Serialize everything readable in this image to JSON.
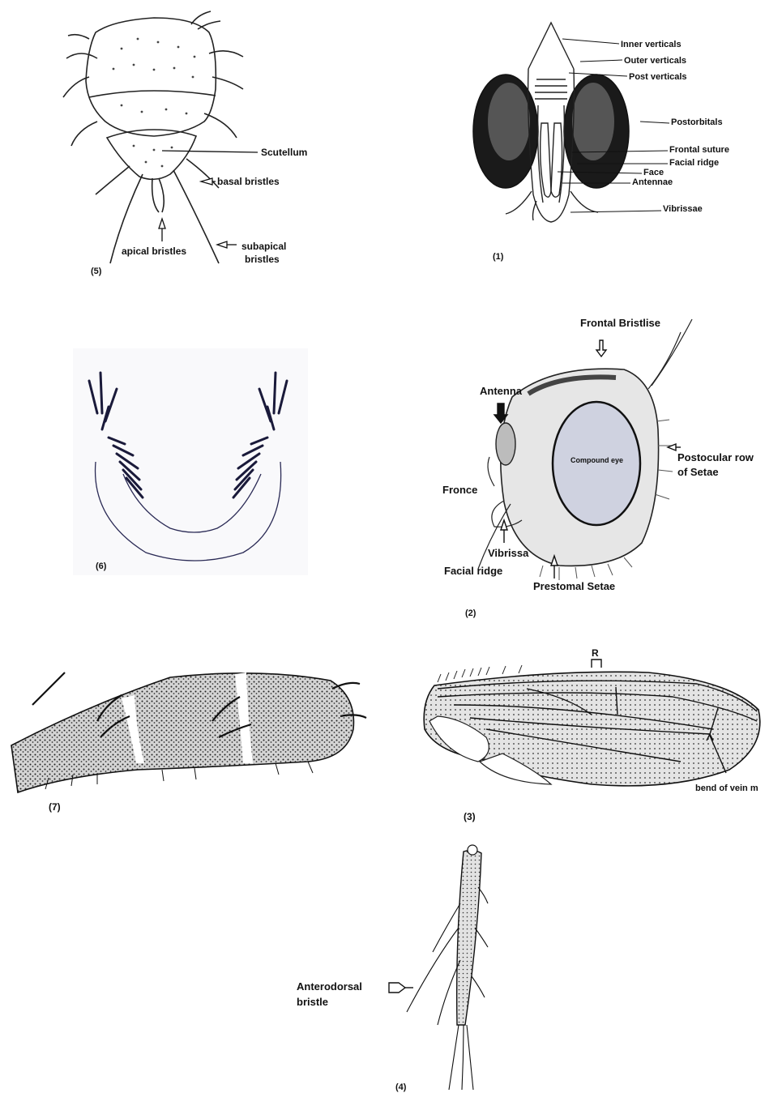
{
  "figure": {
    "panel5": {
      "number": "(5)",
      "labels": {
        "scutellum": "Scutellum",
        "basal": "basal bristles",
        "apical": "apical bristles",
        "subapical_1": "subapical",
        "subapical_2": "bristles"
      }
    },
    "panel1": {
      "number": "(1)",
      "labels": {
        "inner_verticals": "Inner verticals",
        "outer_verticals": "Outer verticals",
        "post_verticals": "Post verticals",
        "postorbitals": "Postorbitals",
        "frontal_suture": "Frontal suture",
        "facial_ridge": "Facial ridge",
        "face": "Face",
        "antennae": "Antennae",
        "vibrissae": "Vibrissae"
      }
    },
    "panel6": {
      "number": "(6)"
    },
    "panel2": {
      "number": "(2)",
      "labels": {
        "frontal_bristlise": "Frontal Bristlise",
        "antenna": "Antenna",
        "compound_eye": "Compound eye",
        "postocular_1": "Postocular row",
        "postocular_2": "of Setae",
        "fronce": "Fronce",
        "vibrissa": "Vibrissa",
        "facial_ridge": "Facial ridge",
        "prestomal": "Prestomal Setae"
      }
    },
    "panel7": {
      "number": "(7)"
    },
    "panel3": {
      "number": "(3)",
      "labels": {
        "r": "R",
        "bend": "bend of vein m"
      }
    },
    "panel4": {
      "number": "(4)",
      "labels": {
        "antero_1": "Anterodorsal",
        "antero_2": "bristle"
      }
    }
  }
}
